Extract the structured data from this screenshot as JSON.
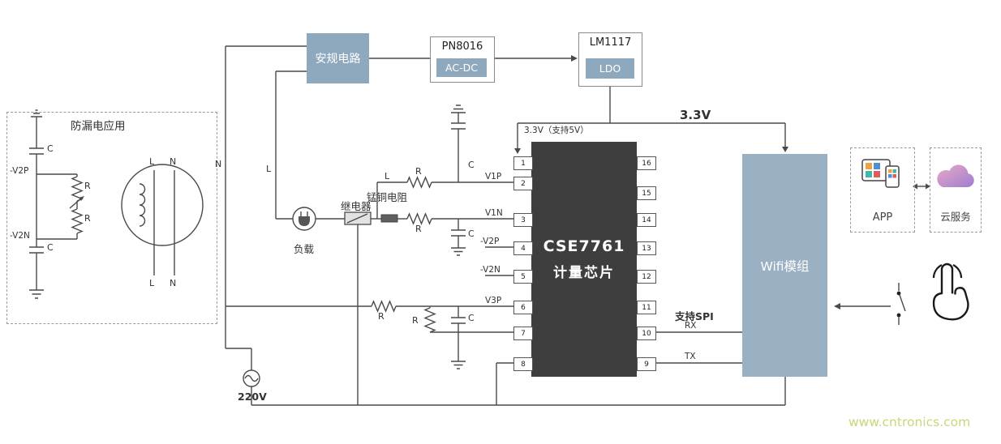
{
  "colors": {
    "block_blue": "#8ea9bd",
    "wifi_blue": "#9ab0c3",
    "chip_dark": "#3e3e3e",
    "wire": "#4a4a4a",
    "watermark": "#c8d878"
  },
  "watermark": {
    "text": "www.cntronics.com"
  },
  "leakage": {
    "title": "防漏电应用",
    "c_top": "C",
    "r1": "R",
    "v2p": "-V2P",
    "r2": "R",
    "v2n": "-V2N",
    "c_bottom": "C",
    "l_top": "L",
    "n_top": "N",
    "l_bottom": "L",
    "n_bottom": "N"
  },
  "rails": {
    "n": "N",
    "l": "L"
  },
  "blocks": {
    "safety": {
      "label": "安规电路"
    },
    "pn8016": {
      "title": "PN8016",
      "sub": "AC-DC"
    },
    "lm1117": {
      "title": "LM1117",
      "sub": "LDO"
    },
    "wifi": {
      "label": "Wifi模组"
    },
    "app": {
      "label": "APP"
    },
    "cloud": {
      "label": "云服务"
    }
  },
  "chip": {
    "line1": "CSE7761",
    "line2": "计量芯片",
    "pins_left": [
      "1",
      "2",
      "3",
      "4",
      "5",
      "6",
      "7",
      "8"
    ],
    "pins_right": [
      "16",
      "15",
      "14",
      "13",
      "12",
      "11",
      "10",
      "9"
    ]
  },
  "power": {
    "v33_note": "3.3V（支持5V）",
    "v33": "3.3V",
    "source": "220V"
  },
  "components": {
    "load": "负载",
    "relay": "继电器",
    "shunt": "锰铜电阻"
  },
  "nets": {
    "l_sense": "L",
    "v1p": "V1P",
    "v1n": "V1N",
    "v2p": "-V2P",
    "v2n": "-V2N",
    "v3p": "V3P",
    "spi": "支持SPI",
    "rx": "RX",
    "tx": "TX"
  },
  "passives": {
    "r_v1p": "R",
    "c_v1p": "C",
    "r_v1n": "R",
    "c_v1n": "C",
    "r_v3p": "R",
    "r_v3p2": "R",
    "c_v3p": "C"
  }
}
